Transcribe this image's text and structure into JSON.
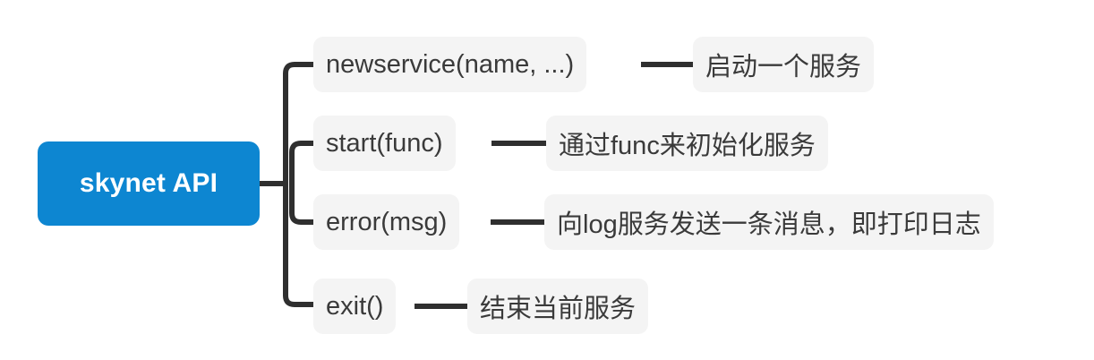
{
  "diagram": {
    "type": "mind-map",
    "title": "skynet API",
    "root": {
      "label": "skynet API",
      "color": "#0d86d1",
      "text_color": "#ffffff"
    },
    "style": {
      "node_background": "#f4f4f4",
      "node_text_color": "#3a3a3a",
      "connector_color": "#2f2f2f",
      "canvas_background": "#ffffff"
    },
    "branches": [
      {
        "api": "newservice(name, ...)",
        "description": "启动一个服务"
      },
      {
        "api": "start(func)",
        "description": "通过func来初始化服务"
      },
      {
        "api": "error(msg)",
        "description": "向log服务发送一条消息，即打印日志"
      },
      {
        "api": "exit()",
        "description": "结束当前服务"
      }
    ]
  }
}
